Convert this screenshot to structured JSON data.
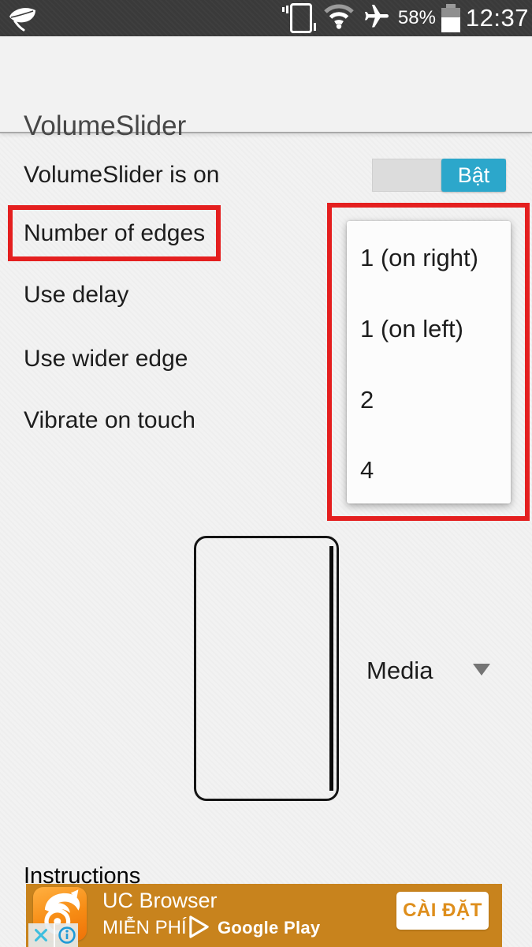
{
  "status_bar": {
    "battery_percent": "58%",
    "time": "12:37",
    "icons": [
      "leaf-icon",
      "vibrate-phone-icon",
      "wifi-icon",
      "airplane-mode-icon",
      "battery-icon"
    ]
  },
  "header": {
    "title": "VolumeSlider"
  },
  "settings": {
    "volume_on_label": "VolumeSlider is on",
    "toggle_on_label": "Bật",
    "number_of_edges_label": "Number of edges",
    "use_delay_label": "Use delay",
    "use_wider_edge_label": "Use wider edge",
    "vibrate_label": "Vibrate on touch"
  },
  "edges_dropdown": {
    "options": [
      "1 (on right)",
      "1 (on left)",
      "2",
      "4"
    ]
  },
  "media_selector": {
    "label": "Media",
    "icon": "chevron-down-icon"
  },
  "instructions_heading": "Instructions",
  "ad_banner": {
    "app_name": "UC Browser",
    "price_text": "MIỄN PHÍ",
    "store_name": "Google Play",
    "install_label": "CÀI ĐẶT",
    "icons": [
      "uc-browser-logo",
      "google-play-icon",
      "close-icon",
      "info-icon"
    ]
  },
  "colors": {
    "status_bar_bg": "#3a3a3a",
    "toggle_accent": "#2ca7cb",
    "highlight_red": "#e41f1f",
    "banner_orange": "#c8831d",
    "cta_text_orange": "#de8e1c"
  }
}
